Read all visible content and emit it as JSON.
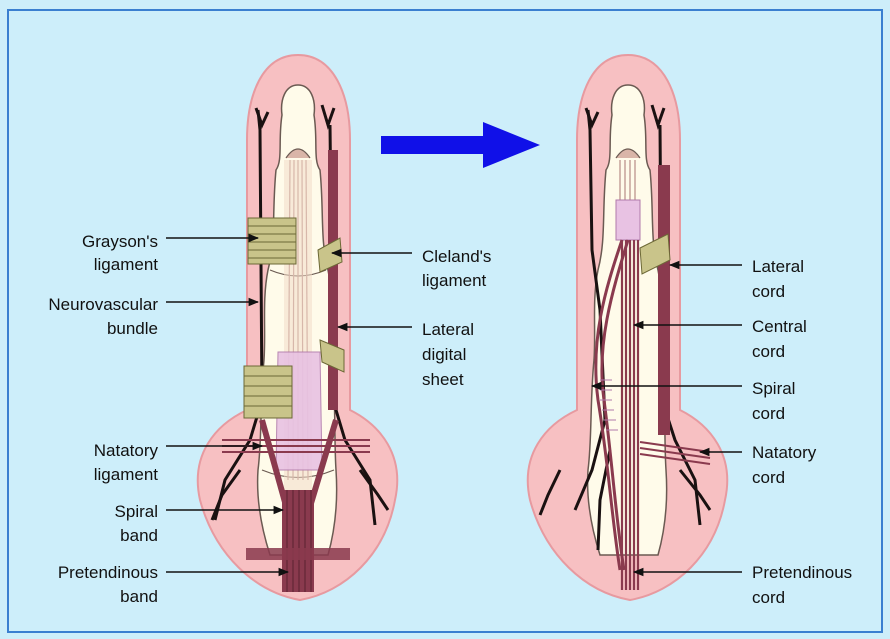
{
  "left_panel": {
    "labels": {
      "graysons_1": "Grayson's",
      "graysons_2": "ligament",
      "neurovascular_1": "Neurovascular",
      "neurovascular_2": "bundle",
      "natatory_lig_1": "Natatory",
      "natatory_lig_2": "ligament",
      "spiral_band_1": "Spiral",
      "spiral_band_2": "band",
      "pretendinous_band_1": "Pretendinous",
      "pretendinous_band_2": "band",
      "clelands_1": "Cleland's",
      "clelands_2": "ligament",
      "lateral_digital_1": "Lateral",
      "lateral_digital_2": "digital",
      "lateral_digital_3": "sheet"
    }
  },
  "right_panel": {
    "labels": {
      "lateral_cord_1": "Lateral",
      "lateral_cord_2": "cord",
      "central_cord_1": "Central",
      "central_cord_2": "cord",
      "spiral_cord_1": "Spiral",
      "spiral_cord_2": "cord",
      "natatory_cord_1": "Natatory",
      "natatory_cord_2": "cord",
      "pretendinous_cord_1": "Pretendinous",
      "pretendinous_cord_2": "cord"
    }
  },
  "colors": {
    "background": "#cdeefa",
    "frame": "#3a7fd0",
    "skin": "#f7c0c2",
    "skin_edge": "#e79aa0",
    "bone": "#fffbea",
    "cord": "#8a3a4e",
    "band": "#c9c48a",
    "sheath": "#e8c2e3",
    "arrow": "#1010e8"
  },
  "icons": {
    "arrow": "right-arrow-icon"
  }
}
